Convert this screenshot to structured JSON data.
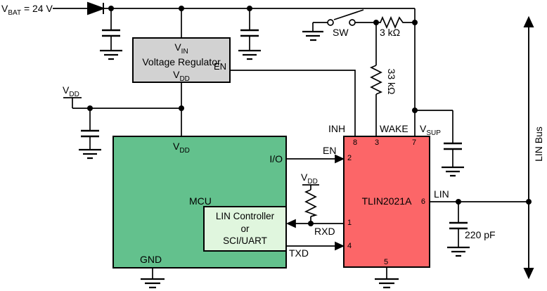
{
  "figure": "LIN transceiver typical application schematic",
  "supply": {
    "vbat": {
      "main": "V",
      "sub": "BAT",
      "rest": " = 24 V"
    }
  },
  "nets": {
    "vdd": {
      "main": "V",
      "sub": "DD"
    },
    "vin": {
      "main": "V",
      "sub": "IN"
    },
    "vsup": {
      "main": "V",
      "sub": "SUP"
    }
  },
  "regulator": {
    "name": "Voltage Regulator",
    "en_label": "EN"
  },
  "mcu": {
    "name": "MCU",
    "io_label": "I/O",
    "gnd_label": "GND",
    "controller": {
      "line1": "LIN Controller",
      "line2": "or",
      "line3": "SCI/UART"
    }
  },
  "transceiver": {
    "name": "TLIN2021A",
    "pin_labels": {
      "inh": "INH",
      "wake": "WAKE",
      "en": "EN",
      "rxd": "RXD",
      "txd": "TXD",
      "lin": "LIN"
    },
    "pin_numbers": {
      "inh": "8",
      "wake": "3",
      "vsup": "7",
      "en": "2",
      "rxd": "1",
      "txd": "4",
      "lin": "6",
      "gnd": "5"
    }
  },
  "components": {
    "switch": "SW",
    "resistor_series": "3 kΩ",
    "resistor_wake": "33 kΩ",
    "capacitor_lin": "220 pF"
  },
  "bus": {
    "label": "LIN Bus"
  },
  "colors": {
    "mcu_fill": "#63C18D",
    "transceiver_fill": "#FC6668",
    "regulator_fill": "#D2D2D2",
    "lin_controller_fill": "#E0F6DE",
    "wire": "#000000"
  }
}
